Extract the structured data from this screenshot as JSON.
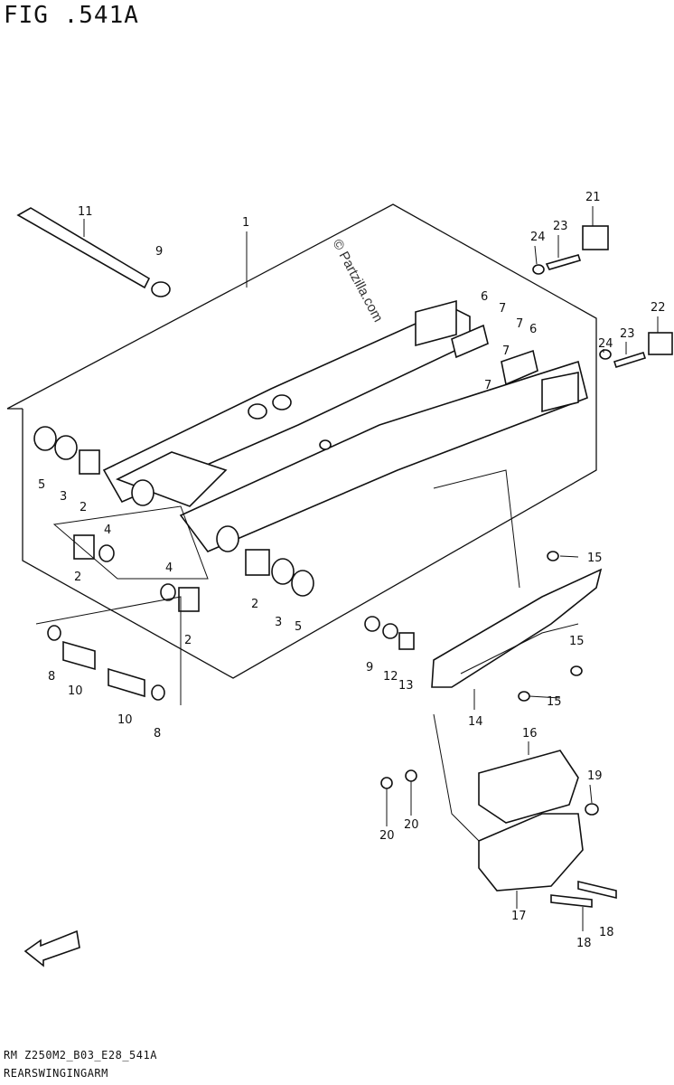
{
  "title": "FIG .541A",
  "watermark": "© Partzilla.com",
  "footer_code": "RM Z250M2_B03_E28_541A",
  "footer_name": "REARSWINGINGARM",
  "fwd_label": "FWD",
  "callouts": [
    "1",
    "2",
    "2",
    "2",
    "2",
    "3",
    "3",
    "4",
    "4",
    "5",
    "5",
    "6",
    "6",
    "7",
    "7",
    "7",
    "7",
    "8",
    "8",
    "9",
    "9",
    "10",
    "10",
    "11",
    "12",
    "13",
    "14",
    "15",
    "15",
    "15",
    "16",
    "17",
    "18",
    "18",
    "19",
    "20",
    "20",
    "21",
    "22",
    "23",
    "23",
    "24",
    "24"
  ]
}
